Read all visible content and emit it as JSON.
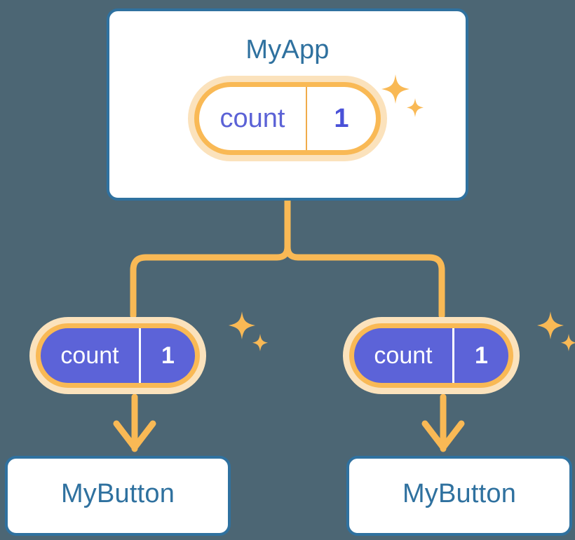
{
  "background_color": "#4c6674",
  "palette": {
    "card_border_blue": "#2f719f",
    "title_blue": "#2f719f",
    "pill_orange_ring": "#f9b955",
    "pill_orange_halo": "#fbe2bc",
    "pill_purple_fill": "#5c63d8",
    "state_text_purple": "#5b62d6",
    "connector_orange": "#f9b955",
    "card_background": "#ffffff"
  },
  "diagram": {
    "type": "component-tree",
    "nodes": [
      {
        "id": "myapp",
        "title": "MyApp",
        "state": {
          "key": "count",
          "value": "1"
        },
        "pill_style": "light",
        "has_sparkles": true
      },
      {
        "id": "mybutton-left",
        "title": "MyButton",
        "state": {
          "key": "count",
          "value": "1"
        },
        "pill_style": "solid",
        "has_sparkles": true
      },
      {
        "id": "mybutton-right",
        "title": "MyButton",
        "state": {
          "key": "count",
          "value": "1"
        },
        "pill_style": "solid",
        "has_sparkles": true
      }
    ],
    "edges": [
      {
        "from": "myapp",
        "to": "mybutton-left",
        "style": "fork-branch"
      },
      {
        "from": "myapp",
        "to": "mybutton-right",
        "style": "fork-branch"
      },
      {
        "from": "state-left",
        "to": "mybutton-left",
        "style": "arrow-down"
      },
      {
        "from": "state-right",
        "to": "mybutton-right",
        "style": "arrow-down"
      }
    ]
  },
  "icons": {
    "sparkle_large": "sparkle-four-point-icon",
    "sparkle_small": "sparkle-four-point-small-icon"
  }
}
